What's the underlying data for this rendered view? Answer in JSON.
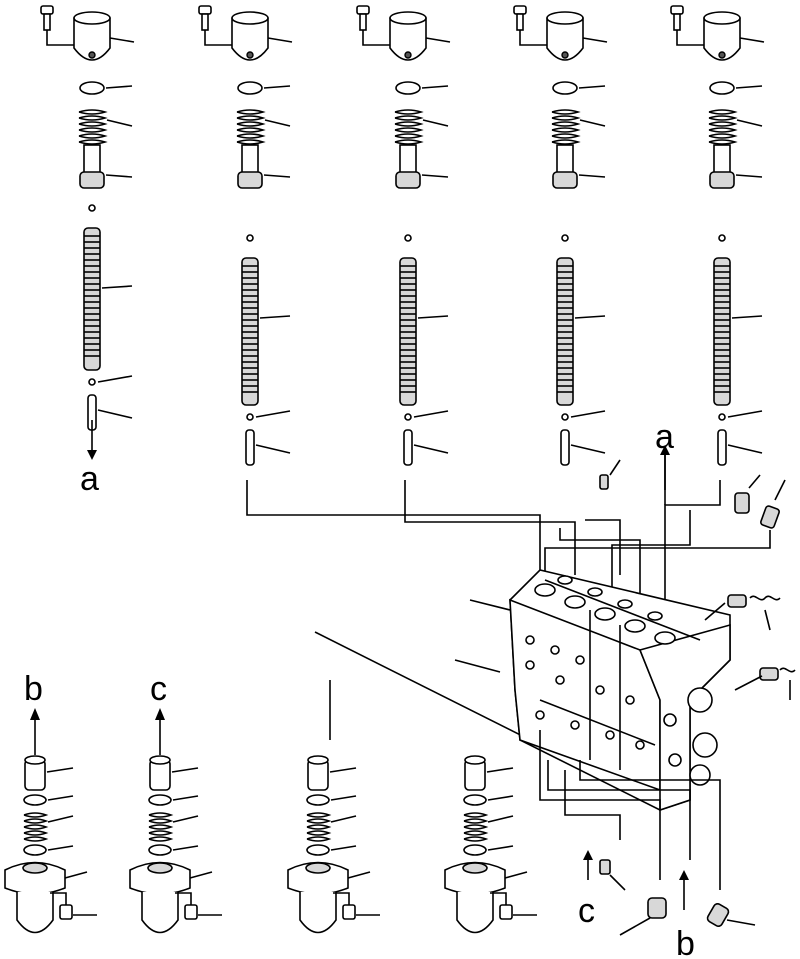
{
  "diagram": {
    "letters": {
      "a_left": "a",
      "a_right": "a",
      "b_left": "b",
      "b_bottom": "b",
      "c_left": "c",
      "c_bottom": "c"
    }
  }
}
